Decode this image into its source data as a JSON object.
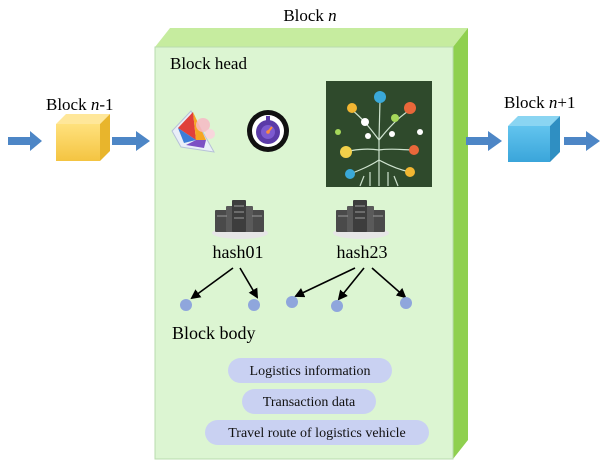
{
  "title": {
    "prefix": "Block ",
    "var": "n"
  },
  "left_block": {
    "prefix": "Block ",
    "var": "n",
    "suffix": "-1"
  },
  "right_block": {
    "prefix": "Block ",
    "var": "n",
    "suffix": "+1"
  },
  "head_label": "Block head",
  "body_label": "Block body",
  "hash_left": "hash01",
  "hash_right": "hash23",
  "data_items": [
    "Logistics information",
    "Transaction data",
    "Travel route of logistics vehicle"
  ],
  "colors": {
    "block_face": "#dcf5d2",
    "block_side": "#8fd04f",
    "block_top": "#c6ec9f",
    "arrow": "#4d86c6",
    "prev_cube": "#f9d15a",
    "next_cube": "#4ab3e2",
    "node": "#8fa6dc",
    "pill": "#c9d1f2",
    "server": "#4a4a4a",
    "tree_bg": "#2f4a2c"
  },
  "icons": [
    "prism-icon",
    "clock-icon",
    "tree-network-icon",
    "server-icon"
  ]
}
